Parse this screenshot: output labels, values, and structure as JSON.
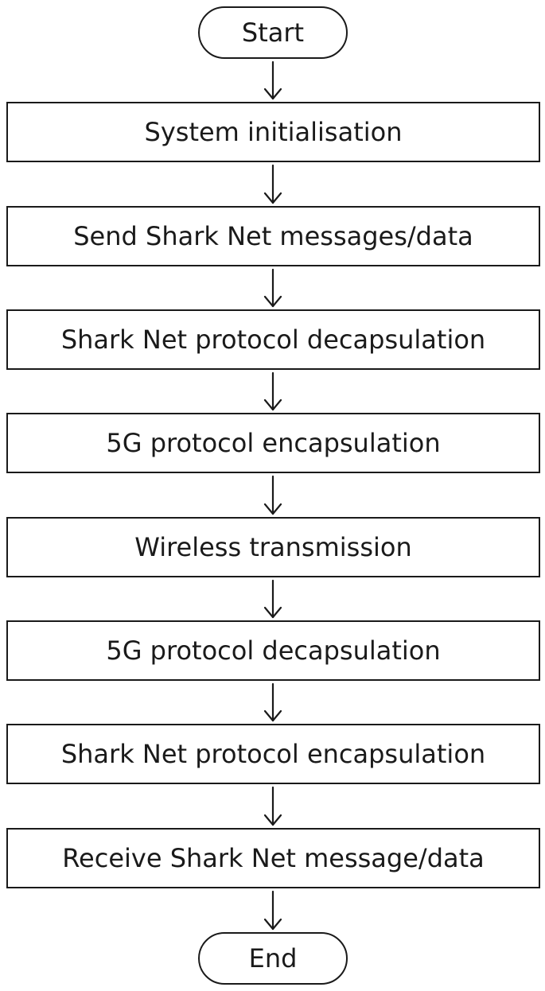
{
  "diagram": {
    "nodes": [
      {
        "id": "start",
        "shape": "terminal",
        "label": "Start"
      },
      {
        "id": "system-initialisation",
        "shape": "process",
        "label": "System initialisation"
      },
      {
        "id": "send-shark-net-messages",
        "shape": "process",
        "label": "Send Shark Net messages/data"
      },
      {
        "id": "shark-net-protocol-decapsulation",
        "shape": "process",
        "label": "Shark Net protocol decapsulation"
      },
      {
        "id": "5g-protocol-encapsulation",
        "shape": "process",
        "label": "5G protocol encapsulation"
      },
      {
        "id": "wireless-transmission",
        "shape": "process",
        "label": "Wireless transmission"
      },
      {
        "id": "5g-protocol-decapsulation",
        "shape": "process",
        "label": "5G protocol decapsulation"
      },
      {
        "id": "shark-net-protocol-encapsulation",
        "shape": "process",
        "label": "Shark Net protocol encapsulation"
      },
      {
        "id": "receive-shark-net-message",
        "shape": "process",
        "label": "Receive Shark Net message/data"
      },
      {
        "id": "end",
        "shape": "terminal",
        "label": "End"
      }
    ],
    "edges": [
      {
        "from": "start",
        "to": "system-initialisation"
      },
      {
        "from": "system-initialisation",
        "to": "send-shark-net-messages"
      },
      {
        "from": "send-shark-net-messages",
        "to": "shark-net-protocol-decapsulation"
      },
      {
        "from": "shark-net-protocol-decapsulation",
        "to": "5g-protocol-encapsulation"
      },
      {
        "from": "5g-protocol-encapsulation",
        "to": "wireless-transmission"
      },
      {
        "from": "wireless-transmission",
        "to": "5g-protocol-decapsulation"
      },
      {
        "from": "5g-protocol-decapsulation",
        "to": "shark-net-protocol-encapsulation"
      },
      {
        "from": "shark-net-protocol-encapsulation",
        "to": "receive-shark-net-message"
      },
      {
        "from": "receive-shark-net-message",
        "to": "end"
      }
    ]
  }
}
